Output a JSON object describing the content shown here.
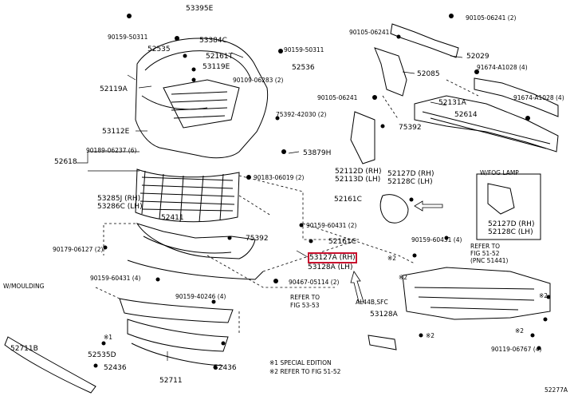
{
  "diagram": {
    "figure_number": "52277A",
    "highlighted_part": "53127A (RH)",
    "parts": {
      "p53395e": "53395E",
      "p90159_50311_a": "90159-50311",
      "p53384c": "53384C",
      "p52535": "52535",
      "p52161t": "52161T",
      "p53119e": "53119E",
      "p90109_06283": "90109-06283 (2)",
      "p52119a": "52119A",
      "p90159_50311_b": "90159-50311",
      "p52536": "52536",
      "p53112e": "53112E",
      "p75392_42030": "75392-42030 (2)",
      "p53879h": "53879H",
      "p90189_06237": "90189-06237 (6)",
      "p52618": "52618",
      "p90183_06019": "90183-06019 (2)",
      "p53285j": "53285J (RH)",
      "p53286c": "53286C (LH)",
      "p52411": "52411",
      "p90159_60431_a": "90159-60431 (2)",
      "p90179_06127": "90179-06127 (2)",
      "p75392_a": "75392",
      "p52161c_a": "52161C",
      "p53127a": "53127A (RH)",
      "p53128a_lh": "53128A (LH)",
      "p90159_60431_b": "90159-60431 (4)",
      "p90467_05114": "90467-05114 (2)",
      "p90105_06241_top": "90105-06241 (2)",
      "p90105_06241_b": "90105-06241",
      "p52029": "52029",
      "p52085": "52085",
      "p91674_a1028_4a": "91674-A1028 (4)",
      "p90105_06241_c": "90105-06241",
      "p52131a": "52131A",
      "p91674_a1028_4b": "91674-A1028 (4)",
      "p52614": "52614",
      "p75392_b": "75392",
      "p52112d": "52112D (RH)",
      "p52113d": "52113D (LH)",
      "p52127d_a": "52127D (RH)",
      "p52128c_a": "52128C (LH)",
      "p52161c_b": "52161C",
      "p90159_60431_c": "90159-60431 (4)",
      "p52127d_b": "52127D (RH)",
      "p52128c_b": "52128C (LH)",
      "p53128a": "53128A",
      "p90159_40246": "90159-40246 (4)",
      "p52711b": "52711B",
      "p52535d": "52535D",
      "p52436_a": "52436",
      "p52436_b": "52436",
      "p52711": "52711",
      "p90119_06767": "90119-06767 (4)"
    },
    "notes": {
      "wfog": "W/FOG LAMP",
      "wmoulding": "W/MOULDING",
      "alhb": "AL44B,SFC",
      "refer_53_53": "REFER TO",
      "fig_53_53": "FIG 53-53",
      "refer_51_52_a": "REFER TO",
      "fig_51_52_a": "FIG 51-52",
      "pnc": "(PNC 51441)",
      "mark_x2": "※2",
      "mark_x1": "※1",
      "legend1": "※1 SPECIAL EDITION",
      "legend2": "※2 REFER TO FIG 51-52"
    }
  }
}
